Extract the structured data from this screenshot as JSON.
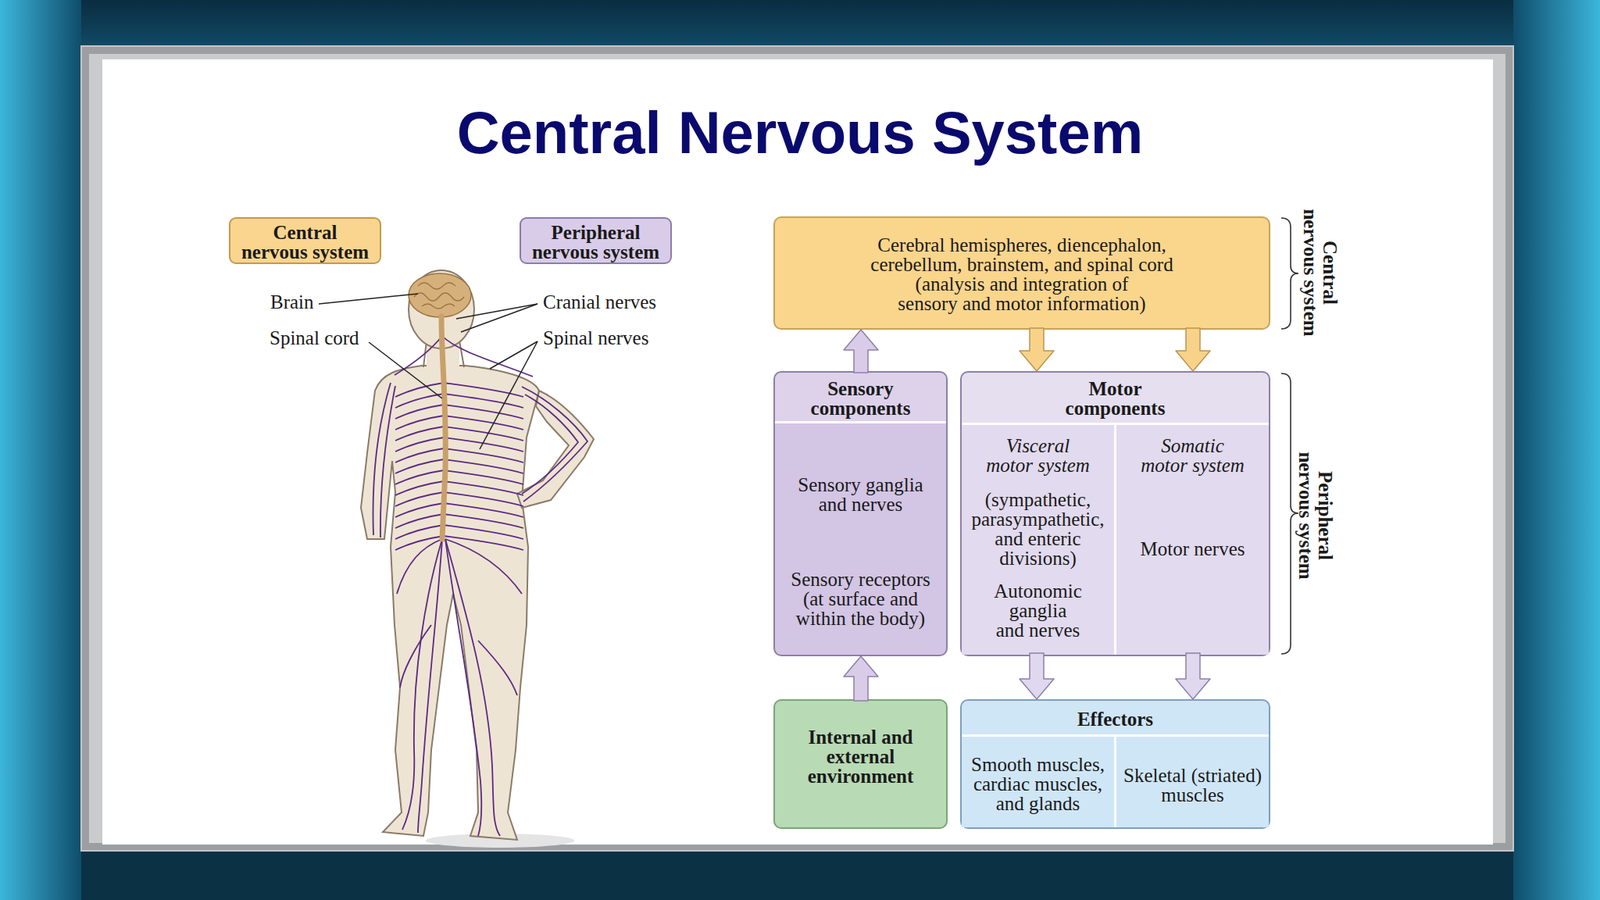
{
  "diagram": {
    "title": "Central Nervous System",
    "nodes": [
      {
        "text": [
          "Central nervous system"
        ]
      },
      {
        "text": [
          "Peripheral nervous system"
        ]
      },
      {
        "text": [
          "Cerebral hemispheres, diencephalon, cerebellum, brainstem, and spinal cord",
          "(analysis and integration of sensory and motor information)"
        ]
      },
      {
        "text": [
          "Sensory components",
          "Sensory ganglia and nerves",
          "Sensory receptors (at surface and within the body)"
        ]
      },
      {
        "text": [
          "Motor components"
        ]
      },
      {
        "text": [
          "Visceral motor system",
          "(sympathetic, parasympathetic, and enteric divisions)",
          "Autonomic ganglia and nerves"
        ],
        "in": 4
      },
      {
        "text": [
          "Somatic motor system",
          "Motor nerves"
        ],
        "in": 4
      },
      {
        "text": [
          "Internal and external environment"
        ]
      },
      {
        "text": [
          "Effectors"
        ]
      },
      {
        "text": [
          "Smooth muscles, cardiac muscles, and glands"
        ],
        "in": 8
      },
      {
        "text": [
          "Skeletal (striated) muscles"
        ],
        "in": 8
      }
    ],
    "edges": [
      {
        "from": 7,
        "to": 3,
        "arrow": "to"
      },
      {
        "from": 3,
        "to": 2,
        "arrow": "to"
      },
      {
        "from": 2,
        "to": 4,
        "arrow": "to"
      },
      {
        "from": 2,
        "to": 4,
        "arrow": "to"
      },
      {
        "from": 5,
        "to": 8,
        "arrow": "to"
      },
      {
        "from": 6,
        "to": 8,
        "arrow": "to"
      }
    ],
    "labels": [
      "Brain",
      "Spinal cord",
      "Cranial nerves",
      "Spinal nerves",
      "Central nervous system",
      "Peripheral nervous system"
    ]
  }
}
